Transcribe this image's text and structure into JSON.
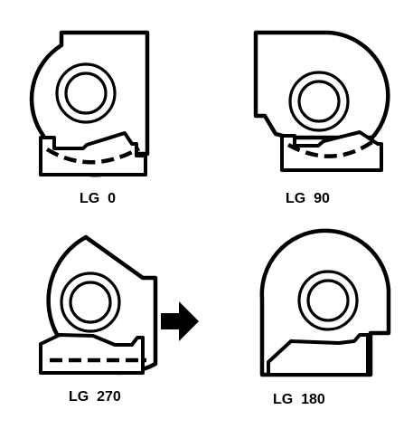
{
  "diagram": {
    "labels": {
      "lg0": "LG  0",
      "lg90": "LG  90",
      "lg270": "LG  270",
      "lg180": "LG  180"
    },
    "arrow_icon": "right-arrow-icon",
    "stroke_color": "#000000",
    "background_color": "#ffffff"
  }
}
